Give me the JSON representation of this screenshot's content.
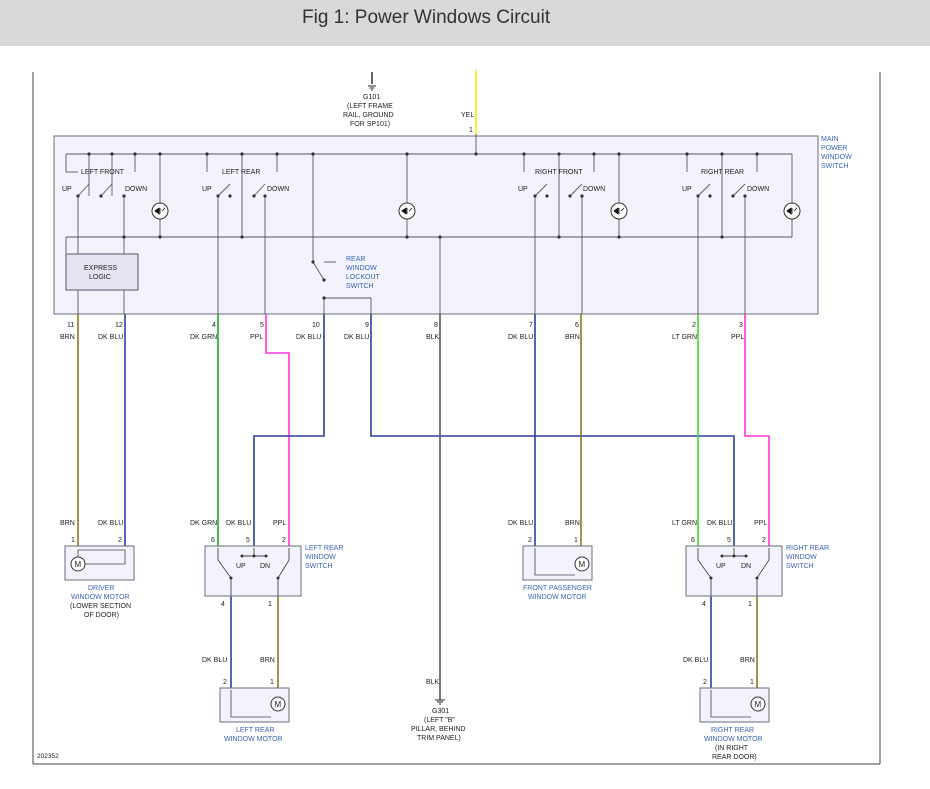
{
  "header": {
    "title": "Fig 1: Power Windows Circuit"
  },
  "figure_id": "202352",
  "colors": {
    "BRN": "#8b7a1e",
    "DK BLU": "#2b3f9e",
    "DK GRN": "#1faa1f",
    "PPL": "#ff33dd",
    "BLK": "#555555",
    "LT GRN": "#33dd33",
    "YEL": "#f2f20a",
    "switch_fill": "#f3f3fb",
    "switch_stroke": "#6b6b80",
    "label_blue": "#3b63b5"
  },
  "ground_top": {
    "name": "G101",
    "lines": [
      "(LEFT FRAME",
      "RAIL, GROUND",
      "FOR SP101)"
    ]
  },
  "feed": {
    "color": "YEL",
    "pin": "1"
  },
  "main_switch": {
    "label": [
      "MAIN",
      "POWER",
      "WINDOW",
      "SWITCH"
    ],
    "sections": [
      {
        "name": "LEFT FRONT",
        "up": "UP",
        "down": "DOWN"
      },
      {
        "name": "LEFT REAR",
        "up": "UP",
        "down": "DOWN"
      },
      {
        "name": "RIGHT FRONT",
        "up": "UP",
        "down": "DOWN"
      },
      {
        "name": "RIGHT REAR",
        "up": "UP",
        "down": "DOWN"
      }
    ],
    "express": [
      "EXPRESS",
      "LOGIC"
    ],
    "lockout": [
      "REAR",
      "WINDOW",
      "LOCKOUT",
      "SWITCH"
    ],
    "pins": [
      {
        "pin": "11",
        "color": "BRN"
      },
      {
        "pin": "12",
        "color": "DK BLU"
      },
      {
        "pin": "4",
        "color": "DK GRN"
      },
      {
        "pin": "5",
        "color": "PPL"
      },
      {
        "pin": "10",
        "color": "DK BLU"
      },
      {
        "pin": "9",
        "color": "DK BLU"
      },
      {
        "pin": "8",
        "color": "BLK"
      },
      {
        "pin": "7",
        "color": "DK BLU"
      },
      {
        "pin": "6",
        "color": "BRN"
      },
      {
        "pin": "2",
        "color": "LT GRN"
      },
      {
        "pin": "3",
        "color": "PPL"
      }
    ]
  },
  "driver_motor": {
    "label": [
      "DRIVER",
      "WINDOW MOTOR"
    ],
    "note": [
      "(LOWER SECTION",
      "OF DOOR)"
    ],
    "pins": [
      {
        "pin": "1",
        "color": "BRN"
      },
      {
        "pin": "2",
        "color": "DK BLU"
      }
    ]
  },
  "left_rear_switch": {
    "label": [
      "LEFT REAR",
      "WINDOW",
      "SWITCH"
    ],
    "up": "UP",
    "dn": "DN",
    "top_pins": [
      {
        "pin": "6",
        "color": "DK GRN"
      },
      {
        "pin": "5",
        "color": "DK BLU"
      },
      {
        "pin": "2",
        "color": "PPL"
      }
    ],
    "bottom_pins": [
      {
        "pin": "4",
        "color": "DK BLU"
      },
      {
        "pin": "1",
        "color": "BRN"
      }
    ]
  },
  "left_rear_motor": {
    "label": [
      "LEFT REAR",
      "WINDOW MOTOR"
    ],
    "pins": [
      "2",
      "1"
    ]
  },
  "front_pass_motor": {
    "label": [
      "FRONT PASSENGER",
      "WINDOW MOTOR"
    ],
    "pins": [
      {
        "pin": "2",
        "color": "DK BLU"
      },
      {
        "pin": "1",
        "color": "BRN"
      }
    ]
  },
  "right_rear_switch": {
    "label": [
      "RIGHT REAR",
      "WINDOW",
      "SWITCH"
    ],
    "up": "UP",
    "dn": "DN",
    "top_pins": [
      {
        "pin": "6",
        "color": "LT GRN"
      },
      {
        "pin": "5",
        "color": "DK BLU"
      },
      {
        "pin": "2",
        "color": "PPL"
      }
    ],
    "bottom_pins": [
      {
        "pin": "4",
        "color": "DK BLU"
      },
      {
        "pin": "1",
        "color": "BRN"
      }
    ]
  },
  "right_rear_motor": {
    "label": [
      "RIGHT REAR",
      "WINDOW MOTOR"
    ],
    "note": [
      "(IN RIGHT",
      "REAR DOOR)"
    ],
    "pins": [
      "2",
      "1"
    ]
  },
  "ground_bottom": {
    "wire": "BLK",
    "name": "G301",
    "lines": [
      "(LEFT \"B\"",
      "PILLAR, BEHIND",
      "TRIM PANEL)"
    ]
  }
}
